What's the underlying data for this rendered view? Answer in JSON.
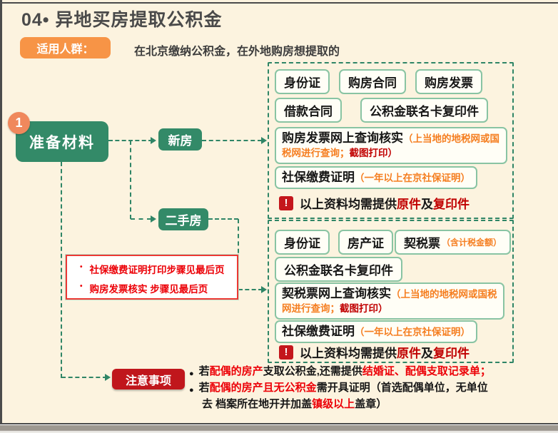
{
  "header": {
    "title": "04• 异地买房提取公积金"
  },
  "audience": {
    "badge": "适用人群：",
    "text": "在北京缴纳公积金，在外地购房想提取的"
  },
  "step": {
    "number": "1",
    "label": "准备材料"
  },
  "branches": {
    "new_home": "新房",
    "second_hand": "二手房"
  },
  "new_home_box": {
    "pills_row1": [
      "身份证",
      "购房合同",
      "购房发票"
    ],
    "pills_row2": [
      "借款合同",
      "公积金联名卡复印件"
    ],
    "verify": {
      "main": "购房发票网上查询核实",
      "paren_orange": "（上当地的地税网或国税网进行查询；",
      "paren_red": "截图打印）"
    },
    "social": {
      "main": "社保缴费证明",
      "paren_orange": "（一年以上在京社保证明）"
    },
    "warning": {
      "icon": "!",
      "segments": [
        {
          "t": "以上资料均需提供",
          "c": "k"
        },
        {
          "t": "原件",
          "c": "c"
        },
        {
          "t": "及",
          "c": "k"
        },
        {
          "t": "复印件",
          "c": "c"
        }
      ]
    }
  },
  "second_hand_box": {
    "pills_row1": [
      "身份证",
      "房产证"
    ],
    "tax_pill": {
      "main": "契税票",
      "paren_orange": "（含计税金额）"
    },
    "pills_row2": [
      "公积金联名卡复印件"
    ],
    "verify": {
      "main": "契税票网上查询核实",
      "paren_orange": "（上当地的地税网或国税网进行查询；",
      "paren_red": "截图打印）"
    },
    "social": {
      "main": "社保缴费证明",
      "paren_orange": "（一年以上在京社保证明）"
    },
    "warning": {
      "icon": "!",
      "segments": [
        {
          "t": "以上资料均需提供",
          "c": "k"
        },
        {
          "t": "原件",
          "c": "c"
        },
        {
          "t": "及",
          "c": "k"
        },
        {
          "t": "复印件",
          "c": "c"
        }
      ]
    }
  },
  "side_note": {
    "bullet": "•",
    "items": [
      "社保缴费证明打印步骤见最后页",
      "购房发票核实 步骤见最后页"
    ]
  },
  "notice": {
    "badge": "注意事项",
    "bullet": "●",
    "item1": [
      {
        "t": "若",
        "c": "k"
      },
      {
        "t": "配偶的房产",
        "c": "r"
      },
      {
        "t": "支取公积金,还需提供",
        "c": "k"
      },
      {
        "t": "结婚证、配偶支取记录单；",
        "c": "r"
      }
    ],
    "item2_line1": [
      {
        "t": "若",
        "c": "k"
      },
      {
        "t": "配偶的房产且无公积金",
        "c": "r"
      },
      {
        "t": "需开具证明（首选配偶单位，无单位",
        "c": "k"
      }
    ],
    "item2_line2": [
      {
        "t": "去 档案所在地开并加盖",
        "c": "k"
      },
      {
        "t": "镇级以上",
        "c": "r"
      },
      {
        "t": "盖章）",
        "c": "k"
      }
    ]
  },
  "colors": {
    "background": "#FCF3DF",
    "accent_green": "#338A68",
    "dashed_green": "#2F8566",
    "accent_orange": "#F79446",
    "orange_text": "#F57E20",
    "crimson": "#C00000",
    "bright_red": "#EC0007",
    "badge_red": "#C0161C",
    "step_circle_orange": "#F0885C",
    "title_gray": "#4A4A4A"
  }
}
